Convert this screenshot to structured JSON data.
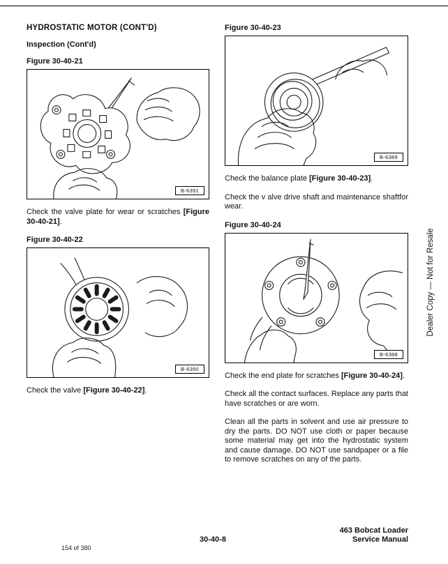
{
  "header": {
    "title": "HYDROSTATIC MOTOR (CONT'D)",
    "subtitle": "Inspection (Cont'd)"
  },
  "figures": [
    {
      "label": "Figure 30-40-21",
      "photo_id": "B-6391"
    },
    {
      "label": "Figure 30-40-22",
      "photo_id": "B-6390"
    },
    {
      "label": "Figure 30-40-23",
      "photo_id": "B-6389"
    },
    {
      "label": "Figure 30-40-24",
      "photo_id": "B-6388"
    }
  ],
  "paragraphs": {
    "check_valve_plate": {
      "text": "Check the valve plate for wear or scratches ",
      "bold": "[Figure 30-40-21]",
      "end": "."
    },
    "check_valve": {
      "text": "Check the valve ",
      "bold": "[Figure 30-40-22]",
      "end": "."
    },
    "check_balance_plate": {
      "text": "Check the balance plate ",
      "bold": "[Figure 30-40-23]",
      "end": "."
    },
    "check_drive_shaft": "Check the v alve drive shaft and maintenance shaftfor wear.",
    "check_end_plate": {
      "text": "Check the end plate for scratches ",
      "bold": "[Figure 30-40-24]",
      "end": "."
    },
    "check_contact": "Check all the contact surfaces.  Replace any parts that have scratches or are worn.",
    "clean_parts": "Clean all the parts in solvent and use air pressure to dry the parts.  DO NOT use cloth or paper because some material may get into the hydrostatic system and cause damage.  DO NOT use sandpaper or a file to remove scratches on any of the parts."
  },
  "sidebar": {
    "watermark": "Dealer Copy — Not for Resale"
  },
  "footer": {
    "page_number": "30-40-8",
    "manual_line1": "463 Bobcat Loader",
    "manual_line2": "Service Manual",
    "pdf_page": "154 of 380"
  }
}
